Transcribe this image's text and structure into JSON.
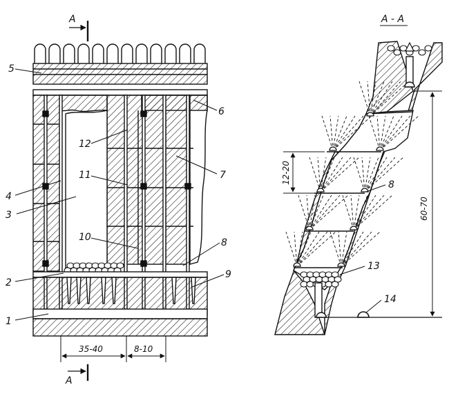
{
  "left_view": {
    "section_marker_top": "A",
    "section_marker_bottom": "A",
    "callouts": [
      "1",
      "2",
      "3",
      "4",
      "5",
      "6",
      "7",
      "8",
      "9",
      "10",
      "11",
      "12"
    ],
    "dimensions": {
      "width_left": "35-40",
      "width_right": "8-10"
    }
  },
  "right_view": {
    "title": "A - A",
    "callouts": [
      "8",
      "13",
      "14"
    ],
    "dimensions": {
      "step": "12-20",
      "height": "60-70"
    }
  },
  "colors": {
    "ink": "#111111",
    "hatch": "#222222",
    "paper": "#ffffff"
  }
}
